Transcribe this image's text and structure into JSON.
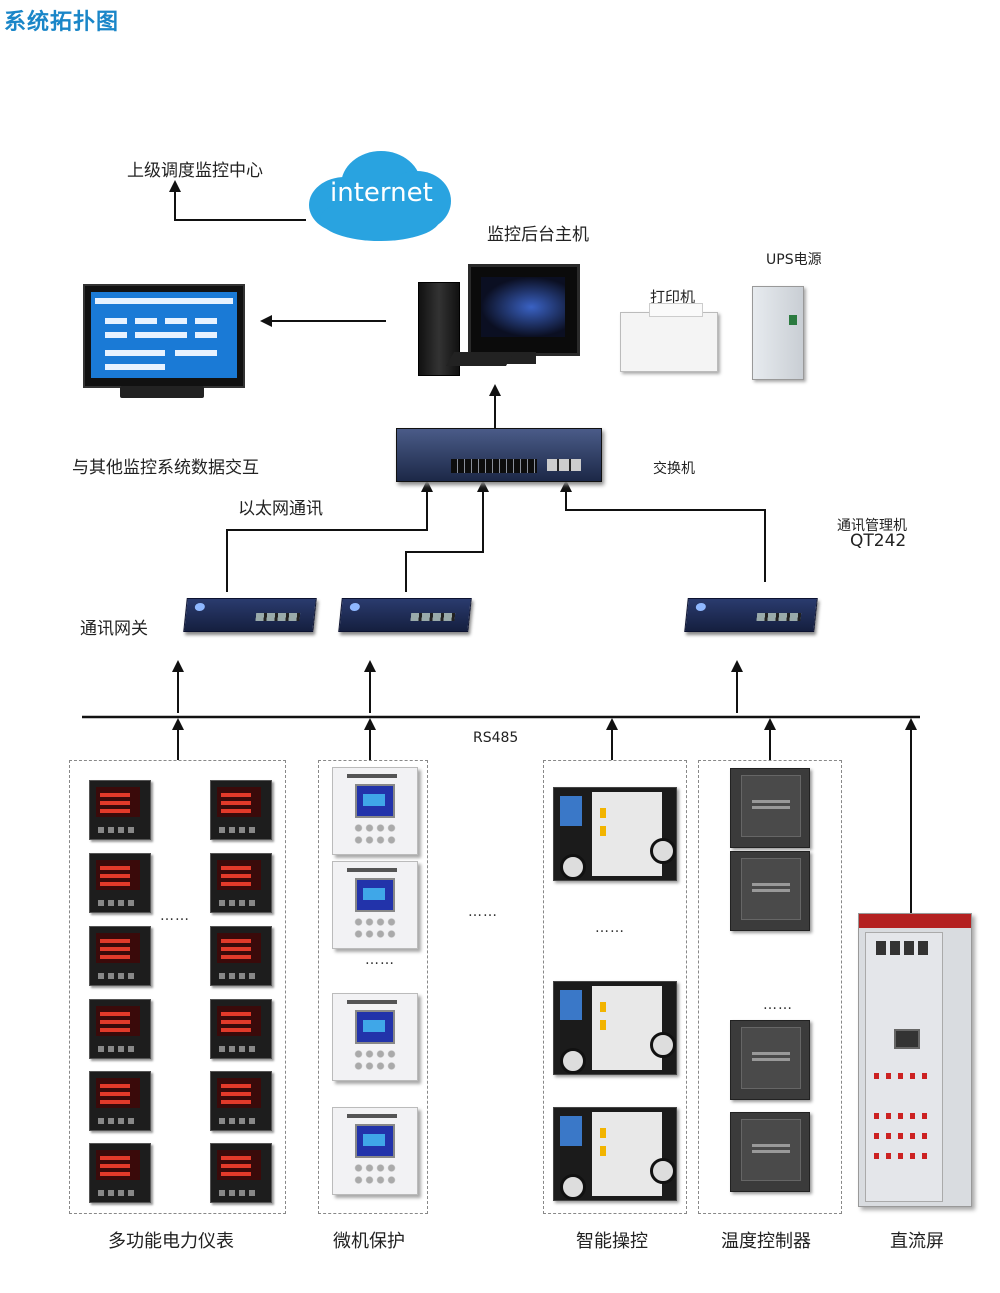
{
  "title": "系统拓扑图",
  "labels": {
    "dispatch_center": "上级调度监控中心",
    "cloud": "internet",
    "host": "监控后台主机",
    "ups": "UPS电源",
    "printer": "打印机",
    "switch": "交换机",
    "data_exchange": "与其他监控系统数据交互",
    "ethernet": "以太网通讯",
    "comm_manager_line1": "通讯管理机",
    "comm_manager_line2": "QT242",
    "gateway": "通讯网关",
    "bus": "RS485"
  },
  "ellipsis": "……",
  "categories": [
    "多功能电力仪表",
    "微机保护",
    "智能操控",
    "温度控制器",
    "直流屏"
  ],
  "colors": {
    "title": "#1a86c8",
    "line": "#111111",
    "cloud": "#29a3e0"
  },
  "icons": [
    "cloud-icon",
    "monitor-icon",
    "desktop-pc-icon",
    "printer-icon",
    "ups-icon",
    "network-switch-icon",
    "gateway-device-icon",
    "power-meter-icon",
    "protection-relay-icon",
    "switchgear-controller-icon",
    "temperature-controller-icon",
    "dc-cabinet-icon"
  ]
}
